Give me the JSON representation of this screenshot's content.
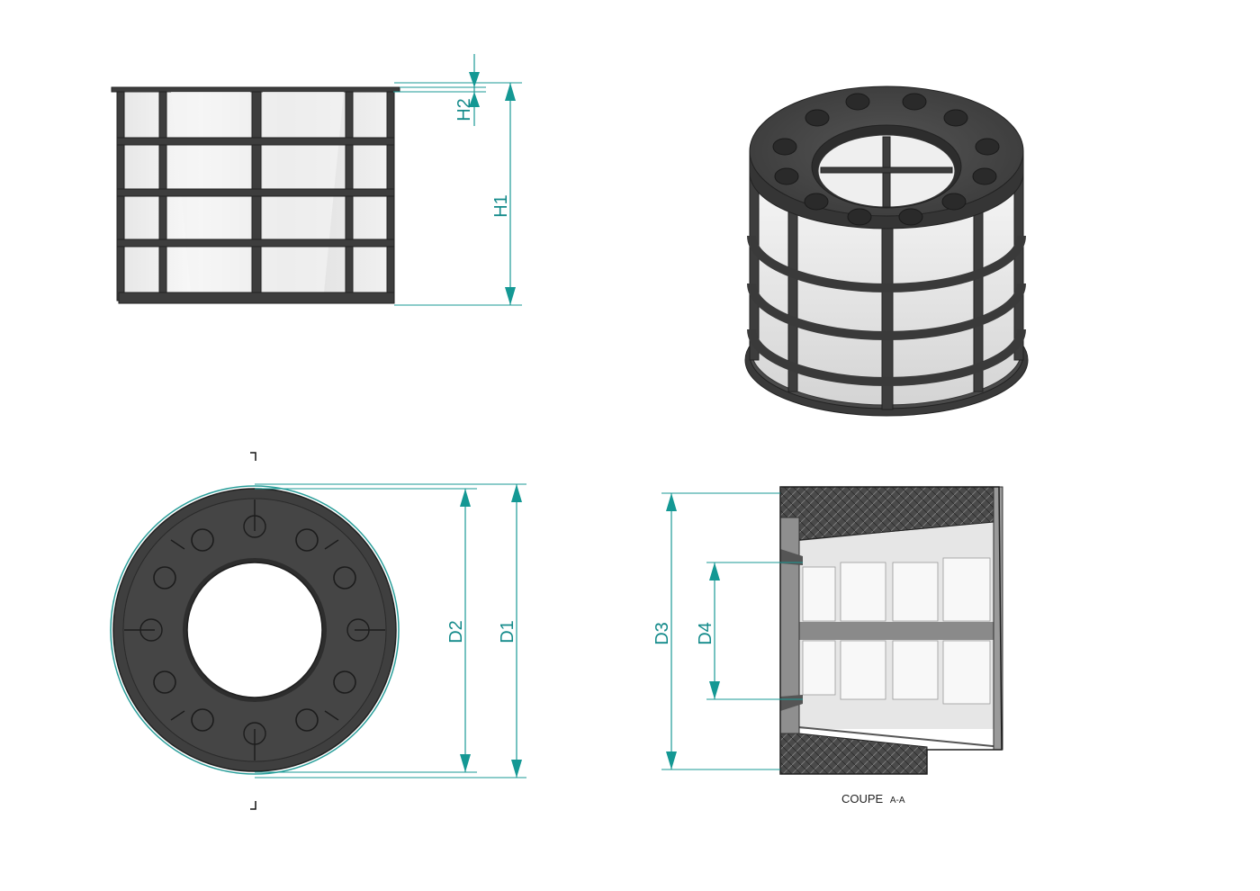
{
  "labels": {
    "h1": "H1",
    "h2": "H2",
    "d1": "D1",
    "d2": "D2",
    "d3": "D3",
    "d4": "D4"
  },
  "section": {
    "caption_main": "COUPE",
    "caption_id": "A-A"
  },
  "colors": {
    "dimension": "#149894",
    "body": "#3d3d3d",
    "outline": "#222222"
  }
}
